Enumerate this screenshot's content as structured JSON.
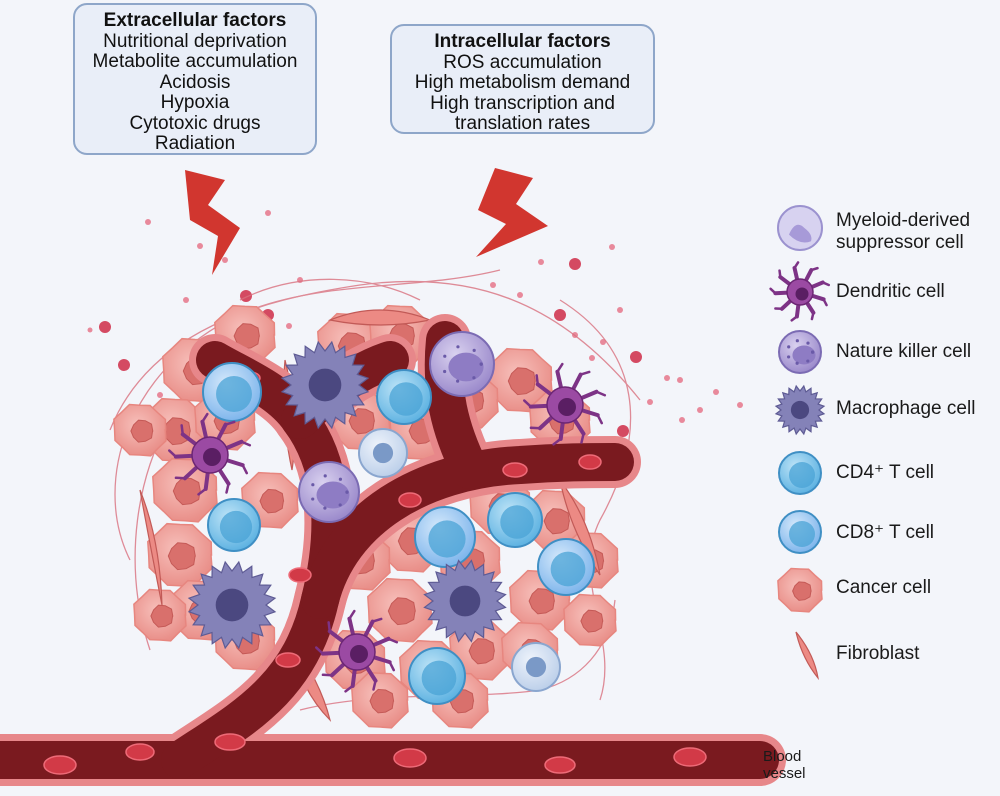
{
  "extracellular": {
    "title": "Extracellular factors",
    "items": [
      "Nutritional deprivation",
      "Metabolite accumulation",
      "Acidosis",
      "Hypoxia",
      "Cytotoxic drugs",
      "Radiation"
    ]
  },
  "intracellular": {
    "title": "Intracellular factors",
    "items": [
      "ROS accumulation",
      "High metabolism demand",
      "High transcription and",
      "translation rates"
    ]
  },
  "legend": [
    {
      "label": "Myeloid-derived\nsuppressor cell",
      "icon": "mdsc-icon"
    },
    {
      "label": "Dendritic cell",
      "icon": "dendritic-cell-icon"
    },
    {
      "label": "Nature killer cell",
      "icon": "nk-cell-icon"
    },
    {
      "label": "Macrophage cell",
      "icon": "macrophage-icon"
    },
    {
      "label": "CD4⁺ T cell",
      "icon": "cd4-t-cell-icon"
    },
    {
      "label": "CD8⁺ T cell",
      "icon": "cd8-t-cell-icon"
    },
    {
      "label": "Cancer cell",
      "icon": "cancer-cell-icon"
    },
    {
      "label": "Fibroblast",
      "icon": "fibroblast-icon"
    }
  ],
  "vessel_label": "Blood\nvessel",
  "colors": {
    "background": "#f3f5fa",
    "box_fill": "#e9eef8",
    "box_border": "#8ea6c9",
    "lightning": "#d1362f",
    "vessel_dark": "#7a1a1f",
    "vessel_wall": "#e0787c",
    "cancer_cell": "#f2a7a2",
    "cancer_nucleus": "#d9706c",
    "dendritic": "#8a3f91",
    "macrophage": "#6d6a9e",
    "nk_cell": "#a99ad0",
    "t_cell": "#77bfe6",
    "fibroblast": "#e3736e"
  }
}
